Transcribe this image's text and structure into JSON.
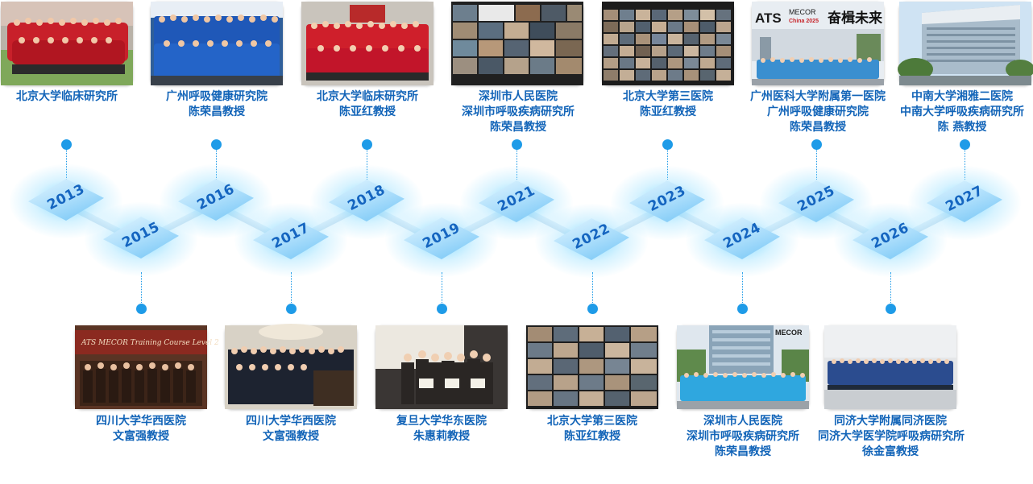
{
  "accent": "#1e9be8",
  "caption_color": "#1264b8",
  "timeline": [
    {
      "year": "2013",
      "caption": [
        "北京大学临床研究所"
      ]
    },
    {
      "year": "2015",
      "caption": [
        "四川大学华西医院",
        "文富强教授"
      ]
    },
    {
      "year": "2016",
      "caption": [
        "广州呼吸健康研究院",
        "陈荣昌教授"
      ]
    },
    {
      "year": "2017",
      "caption": [
        "四川大学华西医院",
        "文富强教授"
      ]
    },
    {
      "year": "2018",
      "caption": [
        "北京大学临床研究所",
        "陈亚红教授"
      ]
    },
    {
      "year": "2019",
      "caption": [
        "复旦大学华东医院",
        "朱惠莉教授"
      ]
    },
    {
      "year": "2021",
      "caption": [
        "深圳市人民医院",
        "深圳市呼吸疾病研究所",
        "陈荣昌教授"
      ]
    },
    {
      "year": "2022",
      "caption": [
        "北京大学第三医院",
        "陈亚红教授"
      ]
    },
    {
      "year": "2023",
      "caption": [
        "北京大学第三医院",
        "陈亚红教授"
      ]
    },
    {
      "year": "2024",
      "caption": [
        "深圳市人民医院",
        "深圳市呼吸疾病研究所",
        "陈荣昌教授"
      ]
    },
    {
      "year": "2025",
      "caption": [
        "广州医科大学附属第一医院",
        "广州呼吸健康研究院",
        "陈荣昌教授"
      ]
    },
    {
      "year": "2026",
      "caption": [
        "同济大学附属同济医院",
        "同济大学医学院呼吸病研究所",
        "徐金富教授"
      ]
    },
    {
      "year": "2027",
      "caption": [
        "中南大学湘雅二医院",
        "中南大学呼吸疾病研究所",
        "陈 燕教授"
      ]
    }
  ],
  "photo_text": {
    "ats_logo": "ATS",
    "mecor": "MECOR",
    "china_2025": "China 2025",
    "calligraphy": "奋楫未来",
    "banner": "ATS MECOR Training Course Level 2"
  }
}
